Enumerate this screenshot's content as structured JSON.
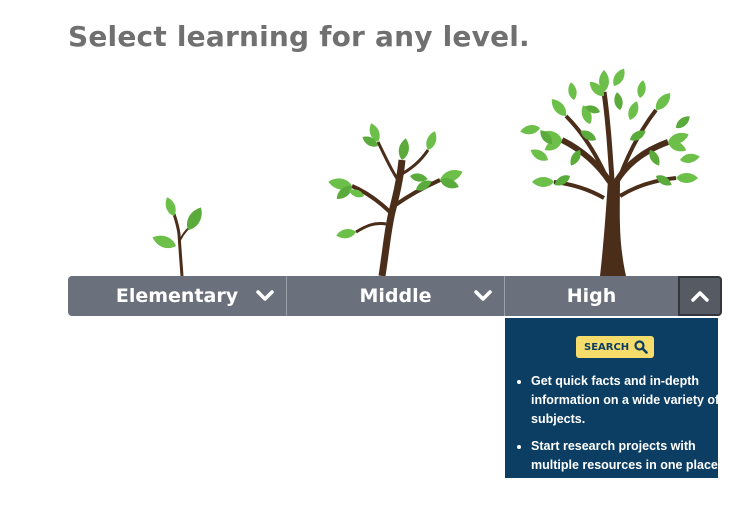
{
  "headline": "Select learning for any level.",
  "levels": [
    {
      "label": "Elementary",
      "state": "collapsed",
      "icon": "chevron-down-icon"
    },
    {
      "label": "Middle",
      "state": "collapsed",
      "icon": "chevron-down-icon"
    },
    {
      "label": "High",
      "state": "expanded",
      "icon": "chevron-up-icon"
    }
  ],
  "panel": {
    "badge_label": "SEARCH",
    "badge_icon": "search-icon",
    "bullets": [
      "Get quick facts and in-depth information on a wide variety of subjects.",
      "Start research projects with multiple resources in one place."
    ]
  },
  "colors": {
    "headline": "#707070",
    "level_bar": "#6b717c",
    "toggle_button": "#565b63",
    "panel": "#0c3e63",
    "badge": "#f6dc6b",
    "leaf": "#6cc04a",
    "trunk": "#4a2e1a"
  }
}
